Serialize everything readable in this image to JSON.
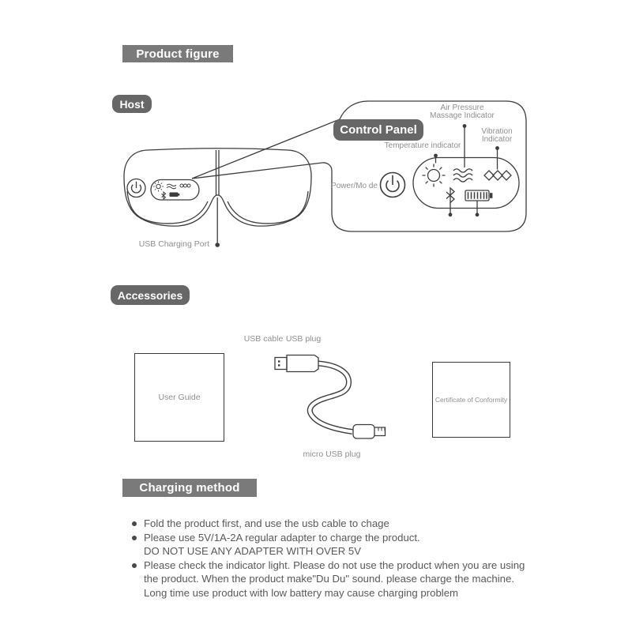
{
  "title_bars": {
    "product_figure": "Product figure",
    "charging_method": "Charging method"
  },
  "host": {
    "badge": "Host",
    "usb_charging_port": "USB Charging Port",
    "callout": {
      "badge": "Control Panel",
      "air_pressure_line1": "Air Pressure",
      "air_pressure_line2": "Massage Indicator",
      "vibration_line1": "Vibration",
      "vibration_line2": "Indicator",
      "temperature": "Temperature indicator",
      "power_mode": "Power/Mo de",
      "icons": [
        "power-icon",
        "temperature-sun-icon",
        "air-pressure-waves-icon",
        "vibration-diamonds-icon",
        "bluetooth-icon",
        "battery-icon"
      ]
    }
  },
  "accessories": {
    "badge": "Accessories",
    "usb_cable": "USB cable",
    "usb_plug": "USB plug",
    "micro_usb_plug": "micro USB plug",
    "user_guide": "User Guide",
    "certificate": "Certificate of Conformity"
  },
  "charging": {
    "items": [
      {
        "lines": [
          "Fold the product first, and use the usb cable to chage"
        ]
      },
      {
        "lines": [
          "Please use 5V/1A-2A regular adapter to charge the product.",
          "DO NOT USE ANY ADAPTER WITH OVER 5V"
        ]
      },
      {
        "lines": [
          "Please check the indicator light. Please do not use the product when you are using",
          "the product. When the product make\"Du Du\" sound. please charge the machine.",
          "Long time use product with low battery may cause charging problem"
        ]
      }
    ]
  },
  "colors": {
    "bar_bg": "#7a7a7a",
    "badge_bg": "#676767",
    "label_gray": "#8f8f8f",
    "line": "#3d3d3d",
    "body_text": "#595959"
  }
}
